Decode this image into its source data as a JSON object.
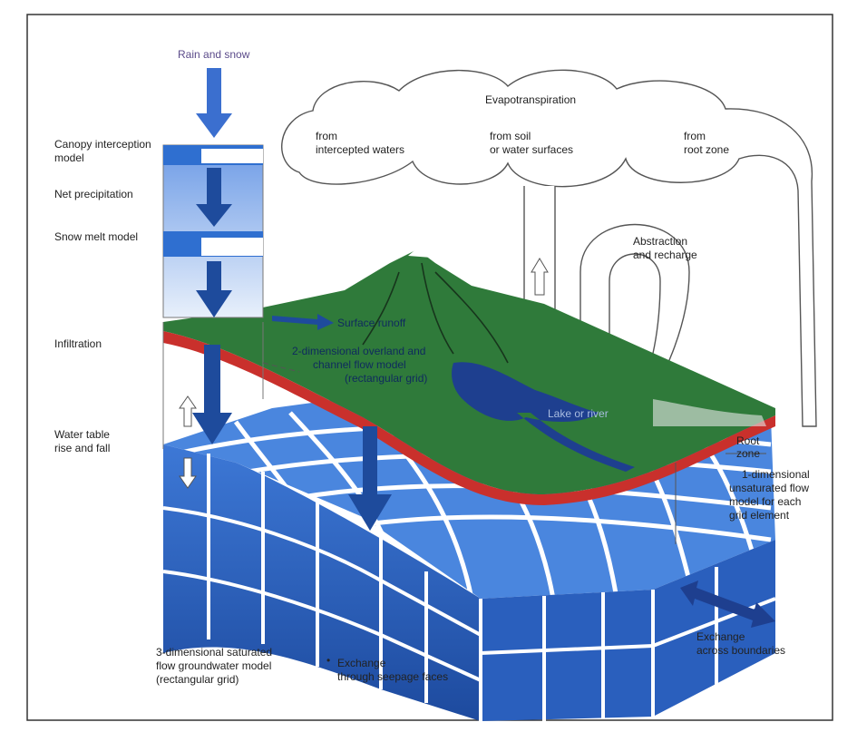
{
  "labels": {
    "rain_snow": "Rain and snow",
    "canopy_1": "Canopy interception",
    "canopy_2": "model",
    "net_precip": "Net precipitation",
    "snow_melt": "Snow melt model",
    "infiltration": "Infiltration",
    "water_table_1": "Water table",
    "water_table_2": "rise and fall",
    "evapo": "Evapotranspiration",
    "from_intercepted_1": "from",
    "from_intercepted_2": "intercepted waters",
    "from_soil_1": "from soil",
    "from_soil_2": "or water surfaces",
    "from_root_1": "from",
    "from_root_2": "root zone",
    "abstraction_1": "Abstraction",
    "abstraction_2": "and recharge",
    "surface_runoff": "Surface runoff",
    "overland_1": "2-dimensional overland and",
    "overland_2": "channel flow model",
    "overland_3": "(rectangular grid)",
    "lake": "Lake or river",
    "root_zone_1": "Root",
    "root_zone_2": "zone",
    "unsat_1": "1-dimensional",
    "unsat_2": "unsaturated flow",
    "unsat_3": "model for each",
    "unsat_4": "grid element",
    "groundwater_1": "3-dimensional saturated",
    "groundwater_2": "flow groundwater model",
    "groundwater_3": "(rectangular grid)",
    "seepage_1": "Exchange",
    "seepage_2": "through seepage faces",
    "boundary_1": "Exchange",
    "boundary_2": "across boundaries"
  },
  "colors": {
    "deep_blue": "#1f4fa6",
    "mid_blue": "#3f7ad8",
    "light_blue": "#8fb4ec",
    "arrow_blue": "#1e4b9c",
    "terrain_green": "#2f7a3a",
    "soil_red": "#c9302c",
    "label_purple": "#5b4b8a"
  }
}
